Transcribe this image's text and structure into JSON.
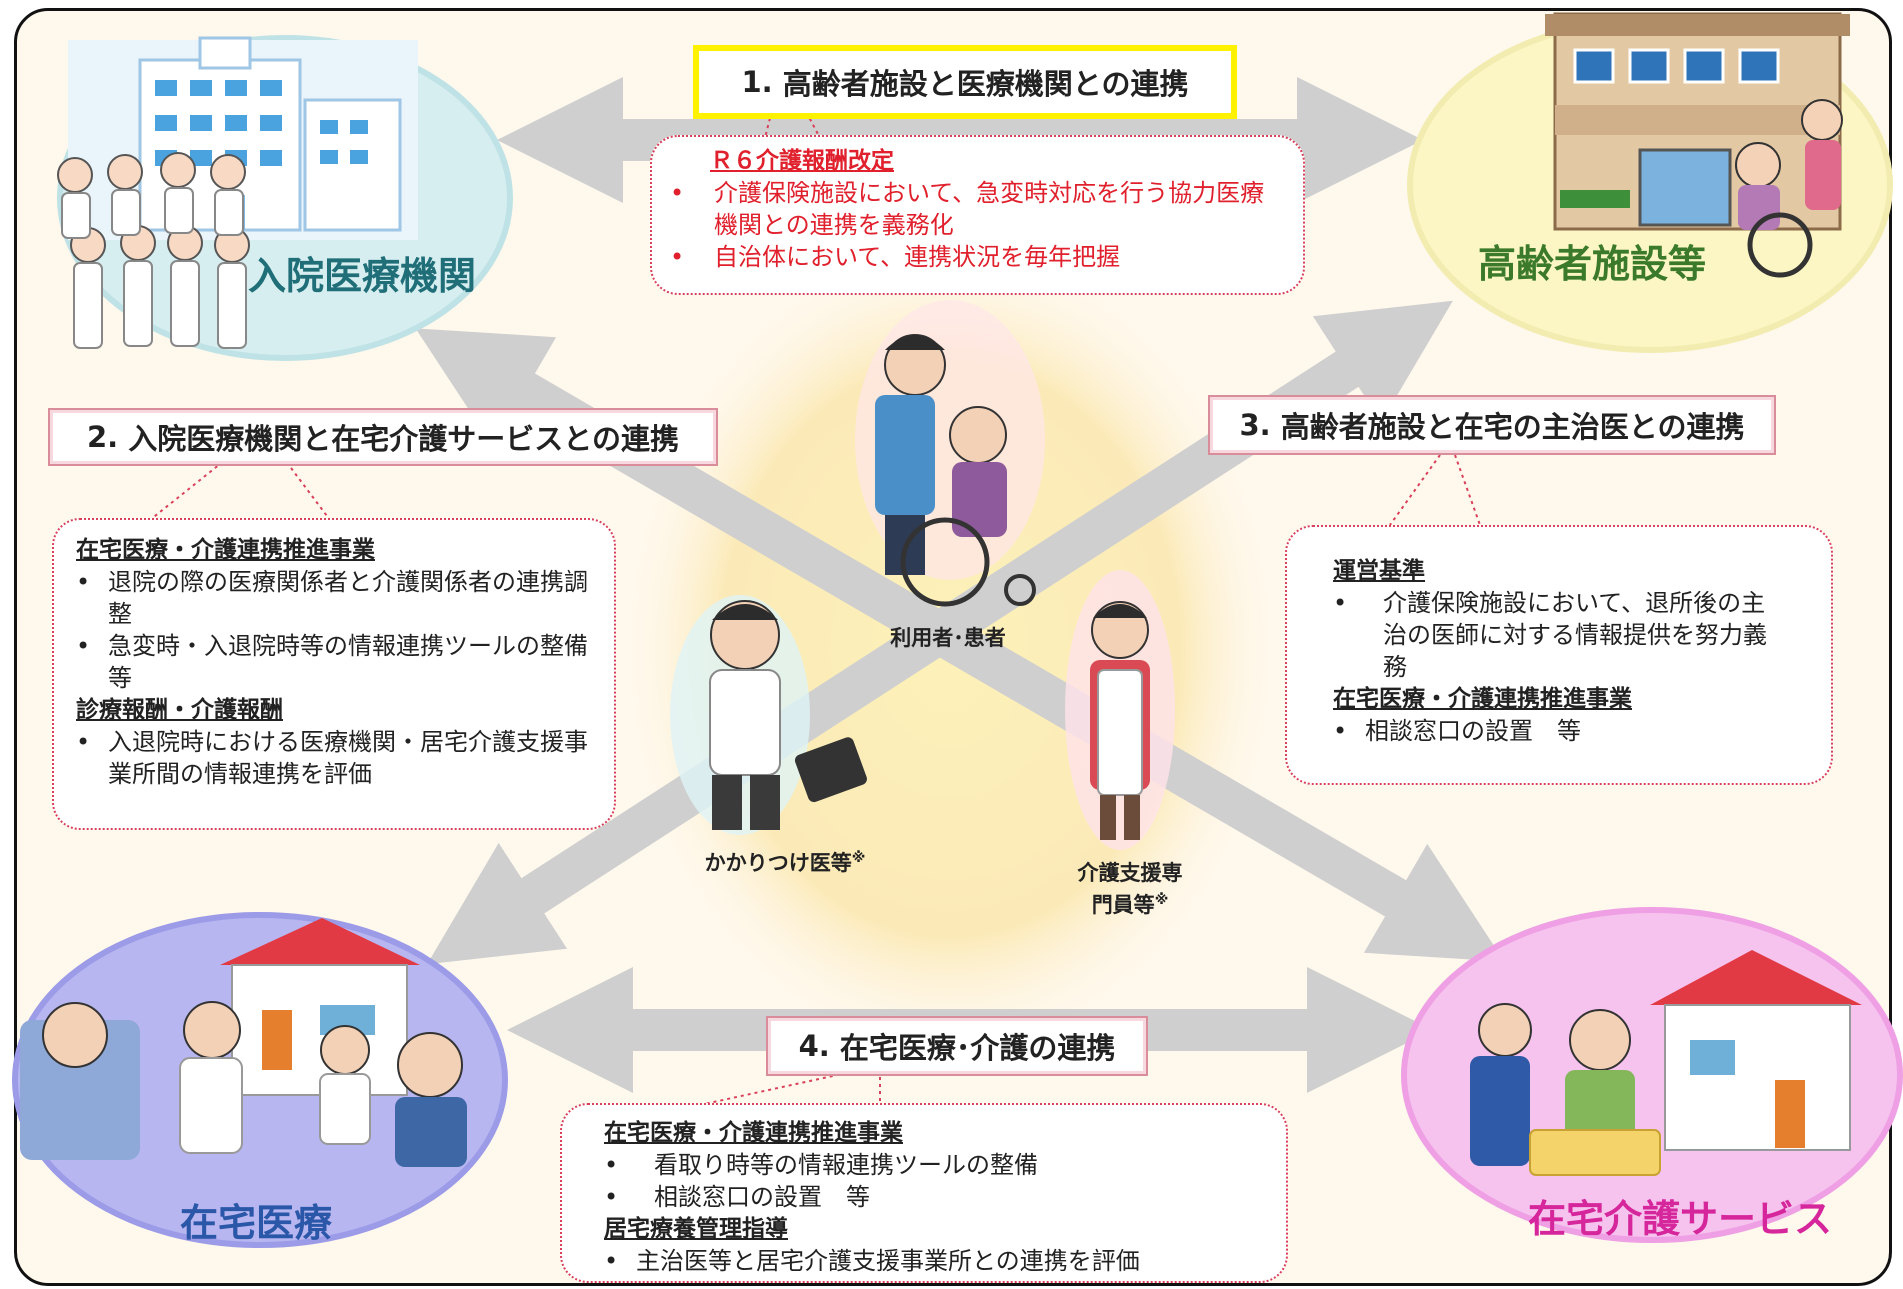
{
  "sections": [
    {
      "number": "1.",
      "title": "高齢者施設と医療機関との連携"
    },
    {
      "number": "2.",
      "title": "入院医療機関と在宅介護サービスとの連携"
    },
    {
      "number": "3.",
      "title": "高齢者施設と在宅の主治医との連携"
    },
    {
      "number": "4.",
      "title": "在宅医療･介護の連携"
    }
  ],
  "box1": {
    "heading": "Ｒ６介護報酬改定",
    "items": [
      "介護保険施設において、急変時対応を行う協力医療機関との連携を義務化",
      "自治体において、連携状況を毎年把握"
    ]
  },
  "box2": {
    "heading1": "在宅医療・介護連携推進事業",
    "items1": [
      "退院の際の医療関係者と介護関係者の連携調整",
      "急変時・入退院時等の情報連携ツールの整備　等"
    ],
    "heading2": "診療報酬・介護報酬",
    "items2": [
      "入退院時における医療機関・居宅介護支援事業所間の情報連携を評価"
    ]
  },
  "box3": {
    "heading1": "運営基準",
    "items1": [
      "介護保険施設において、退所後の主治の医師に対する情報提供を努力義務"
    ],
    "heading2": "在宅医療・介護連携推進事業",
    "items2": [
      "相談窓口の設置　等"
    ]
  },
  "box4": {
    "heading1": "在宅医療・介護連携推進事業",
    "items1": [
      "看取り時等の情報連携ツールの整備",
      "相談窓口の設置　等"
    ],
    "heading2": "居宅療養管理指導",
    "items2": [
      "主治医等と居宅介護支援事業所との連携を評価"
    ]
  },
  "nodes": {
    "hospital": "入院医療機関",
    "facility": "高齢者施設等",
    "home_medical": "在宅医療",
    "home_care": "在宅介護サービス"
  },
  "people": {
    "patient": "利用者･患者",
    "doctor": "かかりつけ医等",
    "doctor_mark": "※",
    "care_manager_1": "介護支援専",
    "care_manager_2": "門員等",
    "care_manager_mark": "※"
  },
  "colors": {
    "hospital_oval": "#d6eef0",
    "facility_oval": "#fbf6c4",
    "home_medical_oval": "#b7b6f0",
    "home_care_oval": "#f6c3ef",
    "hospital_label": "#1f6e78",
    "facility_label": "#3b7a2a",
    "home_medical_label": "#2b57a8",
    "home_care_label": "#d6269b",
    "arrow": "#cfcfcf",
    "accent_red": "#e0212d"
  }
}
